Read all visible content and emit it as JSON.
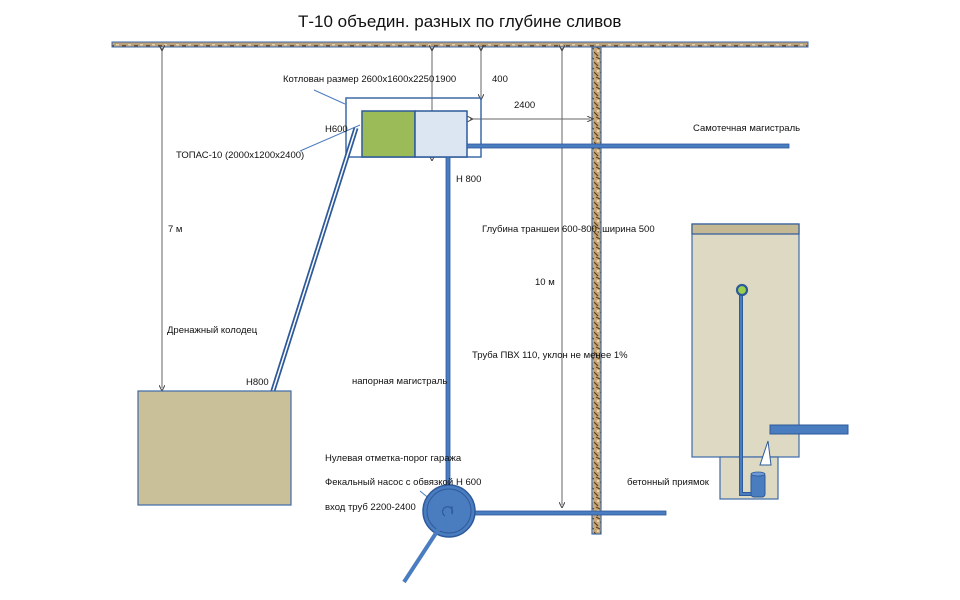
{
  "title": "Т-10 объедин. разных по глубине сливов",
  "labels": {
    "pit_size": "Котлован размер 2600х1600х2250",
    "dim_1900": "1900",
    "dim_400": "400",
    "dim_2400": "2400",
    "h600_top": "Н600",
    "topas": "ТОПАС-10 (2000х1200х2400)",
    "h800_right": "Н 800",
    "gravity_main": "Самотечная магистраль",
    "trench_depth": "Глубина траншеи 600-800, ширина 500",
    "dim_7m": "7 м",
    "dim_10m": "10 м",
    "drainage_well": "Дренажный колодец",
    "h800_left": "Н800",
    "pipe_pvc": "Труба ПВХ 110, уклон не менее 1%",
    "pressure_main": "напорная магистраль",
    "zero_mark": "Нулевая отметка-порог гаража",
    "fecal_pump": "Фекальный насос с обвязкой",
    "h600_bottom": "Н 600",
    "pipe_inlet": "вход труб 2200-2400",
    "concrete_pit": "бетонный приямок"
  },
  "colors": {
    "pipe": "#4a7cc0",
    "pipe_stroke": "#2e5a9a",
    "ground": "#8b6b3e",
    "topas_green": "#9bbb59",
    "topas_light": "#dce6f2",
    "drainage_fill": "#c9bf98",
    "pit_fill": "#ddd9c3",
    "pit_top": "#c4b994"
  }
}
